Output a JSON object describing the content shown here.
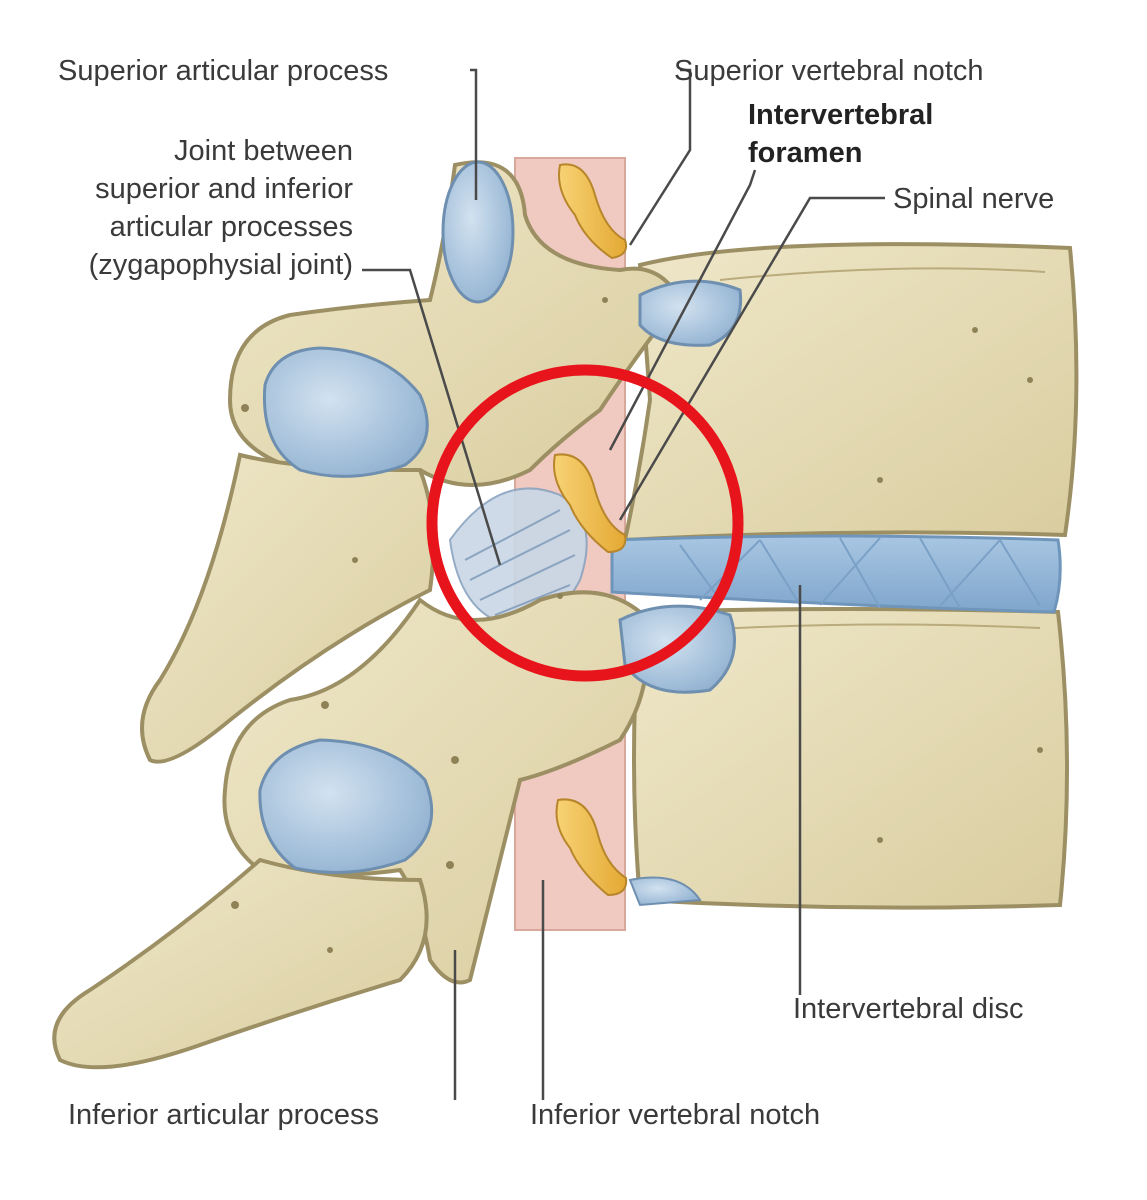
{
  "labels": {
    "superior_articular_process": "Superior articular process",
    "superior_vertebral_notch": "Superior vertebral notch",
    "intervertebral_foramen": [
      "Intervertebral",
      "foramen"
    ],
    "joint": [
      "Joint between",
      "superior and inferior",
      "articular processes",
      "(zygapophysial joint)"
    ],
    "spinal_nerve": "Spinal nerve",
    "intervertebral_disc": "Intervertebral disc",
    "inferior_articular_process": "Inferior articular process",
    "inferior_vertebral_notch": "Inferior vertebral notch"
  },
  "colors": {
    "bone": "#e8dfbf",
    "bone_outline": "#9c8f63",
    "cartilage": "#a9c3dc",
    "disc": "#8fb4d6",
    "nerve": "#f2c14e",
    "spinal_cord": "#f0c9c0",
    "highlight": "#e8141c",
    "leader": "#4a4a4a"
  }
}
